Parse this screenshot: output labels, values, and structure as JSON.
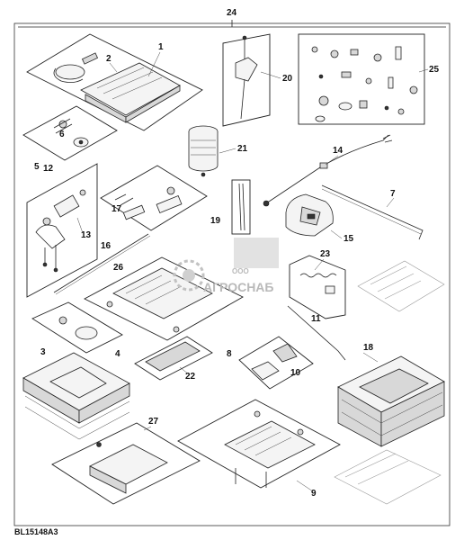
{
  "figure_id": "BL15148A3",
  "watermark": {
    "text": "АГРОСНАБ",
    "prefix": "ООО"
  },
  "callouts": [
    {
      "id": "1",
      "label": "1"
    },
    {
      "id": "2",
      "label": "2"
    },
    {
      "id": "3",
      "label": "3"
    },
    {
      "id": "4",
      "label": "4"
    },
    {
      "id": "5",
      "label": "5"
    },
    {
      "id": "6",
      "label": "6"
    },
    {
      "id": "7",
      "label": "7"
    },
    {
      "id": "8",
      "label": "8"
    },
    {
      "id": "9",
      "label": "9"
    },
    {
      "id": "10",
      "label": "10"
    },
    {
      "id": "11",
      "label": "11"
    },
    {
      "id": "12",
      "label": "12"
    },
    {
      "id": "13",
      "label": "13"
    },
    {
      "id": "14",
      "label": "14"
    },
    {
      "id": "15",
      "label": "15"
    },
    {
      "id": "16",
      "label": "16"
    },
    {
      "id": "17",
      "label": "17"
    },
    {
      "id": "18",
      "label": "18"
    },
    {
      "id": "19",
      "label": "19"
    },
    {
      "id": "20",
      "label": "20"
    },
    {
      "id": "21",
      "label": "21"
    },
    {
      "id": "22",
      "label": "22"
    },
    {
      "id": "23",
      "label": "23"
    },
    {
      "id": "24",
      "label": "24"
    },
    {
      "id": "25",
      "label": "25"
    },
    {
      "id": "26",
      "label": "26"
    },
    {
      "id": "27",
      "label": "27"
    }
  ]
}
